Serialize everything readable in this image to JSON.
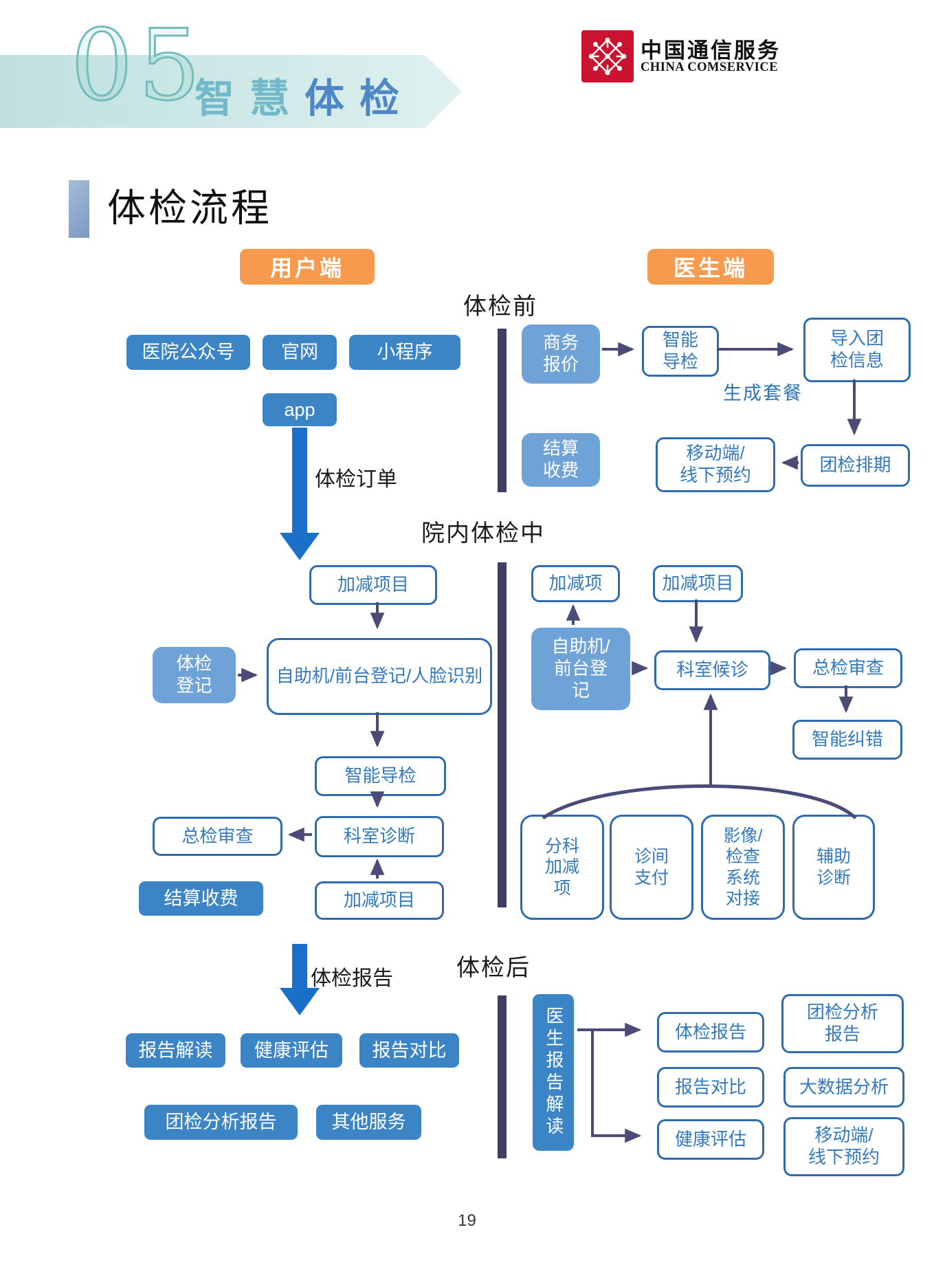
{
  "page": {
    "number": "19"
  },
  "header": {
    "chapter_number": "05",
    "chapter_title_part1": "智慧",
    "chapter_title_part2": "体检",
    "logo_cn": "中国通信服务",
    "logo_en": "CHINA COMSERVICE"
  },
  "section": {
    "title": "体检流程"
  },
  "lanes": {
    "user": "用户端",
    "doctor": "医生端"
  },
  "stages": {
    "before": "体检前",
    "during": "院内体检中",
    "after": "体检后"
  },
  "transitions": {
    "exam_order": "体检订单",
    "exam_report": "体检报告"
  },
  "before": {
    "user": {
      "channel_wechat": "医院公众号",
      "channel_web": "官网",
      "channel_miniprogram": "小程序",
      "channel_app": "app"
    },
    "doctor": {
      "business_quote": "商务\n报价",
      "smart_guide": "智能\n导检",
      "import_group_info": "导入团\n检信息",
      "generate_package_label": "生成套餐",
      "settlement": "结算\n收费",
      "mobile_offline_booking": "移动端/\n线下预约",
      "group_schedule": "团检排期"
    }
  },
  "during": {
    "user": {
      "adjust_items_top": "加减项目",
      "exam_register": "体检\n登记",
      "self_service_register": "自助机/前台登记/人脸识别",
      "smart_guide": "智能导检",
      "dept_diagnosis": "科室诊断",
      "final_review": "总检审查",
      "settlement": "结算收费",
      "adjust_items_bottom": "加减项目"
    },
    "doctor": {
      "adjust_item": "加减项",
      "adjust_items": "加减项目",
      "self_service_register": "自助机/\n前台登\n记",
      "dept_waiting": "科室候诊",
      "final_review": "总检审查",
      "smart_correction": "智能纠错",
      "dept_adjust_items": "分科\n加减\n项",
      "consult_payment": "诊间\n支付",
      "imaging_integration": "影像/\n检查\n系统\n对接",
      "assisted_diagnosis": "辅助\n诊断"
    }
  },
  "after": {
    "user": {
      "report_reading": "报告解读",
      "health_assessment": "健康评估",
      "report_compare": "报告对比",
      "group_report": "团检分析报告",
      "other_services": "其他服务"
    },
    "doctor": {
      "doctor_report_reading": "医生报告解读",
      "exam_report": "体检报告",
      "report_compare": "报告对比",
      "health_assessment": "健康评估",
      "group_analysis_report": "团检分析\n报告",
      "big_data_analysis": "大数据分析",
      "mobile_offline_booking": "移动端/\n线下预约"
    }
  },
  "colors": {
    "accent_orange": "#f79a4d",
    "solid_blue": "#3b85c7",
    "light_blue": "#6fa3d8",
    "outline_blue": "#2f6bad",
    "box_text_blue": "#3579bd",
    "arrow_navy": "#4b4b78",
    "big_arrow_blue": "#1a70c8",
    "divider_navy": "#3e4063",
    "brand_red": "#cb1230",
    "teal": "#74b9c9",
    "heading_blue": "#4f86c6"
  }
}
